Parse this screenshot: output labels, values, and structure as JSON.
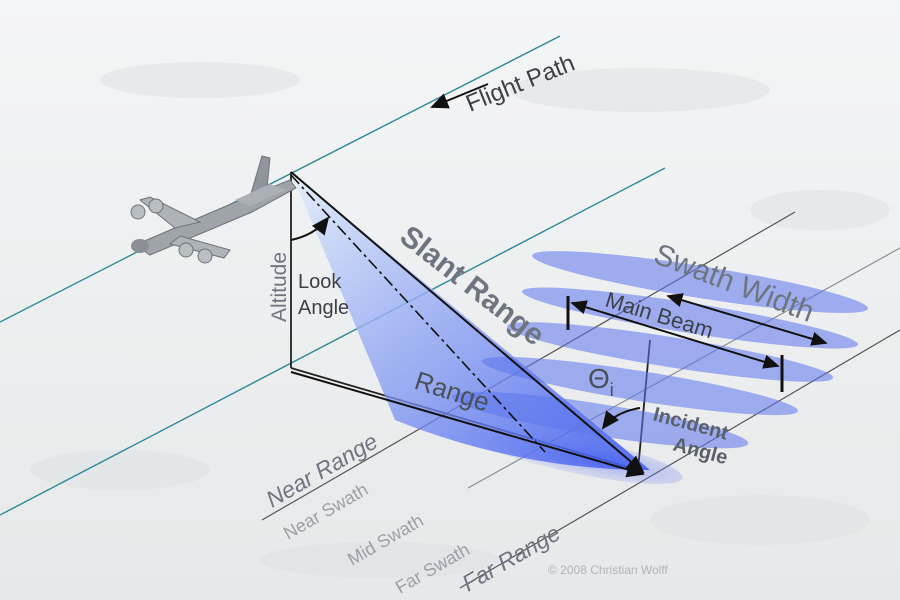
{
  "labels": {
    "flight_path": "Flight Path",
    "altitude": "Altitude",
    "look_angle_line1": "Look",
    "look_angle_line2": "Angle",
    "slant_range": "Slant Range",
    "range": "Range",
    "swath_width": "Swath Width",
    "main_beam": "Main Beam",
    "theta": "Θ",
    "theta_sub": "i",
    "incident_angle_line1": "Incident",
    "incident_angle_line2": "Angle",
    "near_range": "Near Range",
    "near_swath": "Near Swath",
    "mid_swath": "Mid Swath",
    "far_swath": "Far Swath",
    "far_range": "Far Range",
    "copyright": "© 2008 Christian Wolff"
  },
  "colors": {
    "ground": "#eceeef",
    "flight_line": "#2f8a96",
    "beam_light": "#cfe6f5",
    "beam_blue": "#3a5cf0",
    "label_gray": "#6e7580",
    "label_dark": "#3c4148",
    "aircraft": "#9aa0a6"
  },
  "icons": {
    "aircraft": "aircraft-icon"
  }
}
